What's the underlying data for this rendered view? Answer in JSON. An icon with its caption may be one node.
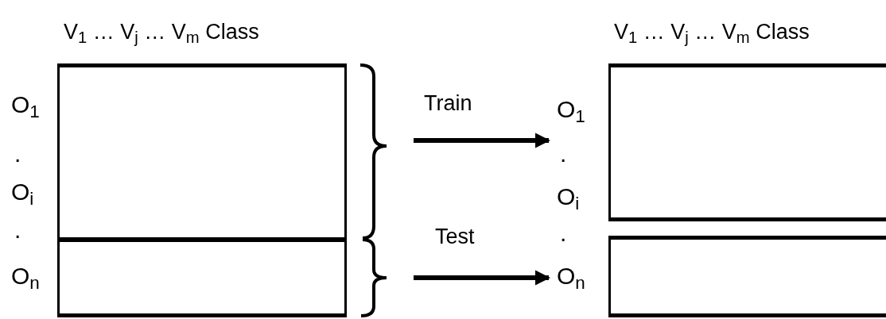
{
  "diagram": {
    "nodes": [
      {
        "text": [
          "V$_{1}$ … V$_{j}$ … V$_{m}$ Class"
        ]
      },
      {
        "text": [],
        "shape": "box",
        "in": 0,
        "beside": [
          "O$_{1}$",
          ".",
          "O$_{i}$",
          "."
        ]
      },
      {
        "text": [],
        "shape": "box",
        "in": 0,
        "beside": [
          "O$_{n}$"
        ]
      },
      {
        "text": [
          "V$_{1}$ … V$_{j}$ … V$_{m}$ Class"
        ],
        "beside": [
          "O$_{1}$",
          ".",
          "O$_{i}$"
        ]
      },
      {
        "text": [],
        "shape": "box",
        "beside": [
          ".",
          "O$_{n}$"
        ]
      }
    ],
    "edges": [
      {
        "from": 1,
        "to": 3,
        "arrow": "to",
        "label": "Train"
      },
      {
        "from": 2,
        "to": 4,
        "arrow": "to",
        "label": "Test"
      }
    ]
  }
}
